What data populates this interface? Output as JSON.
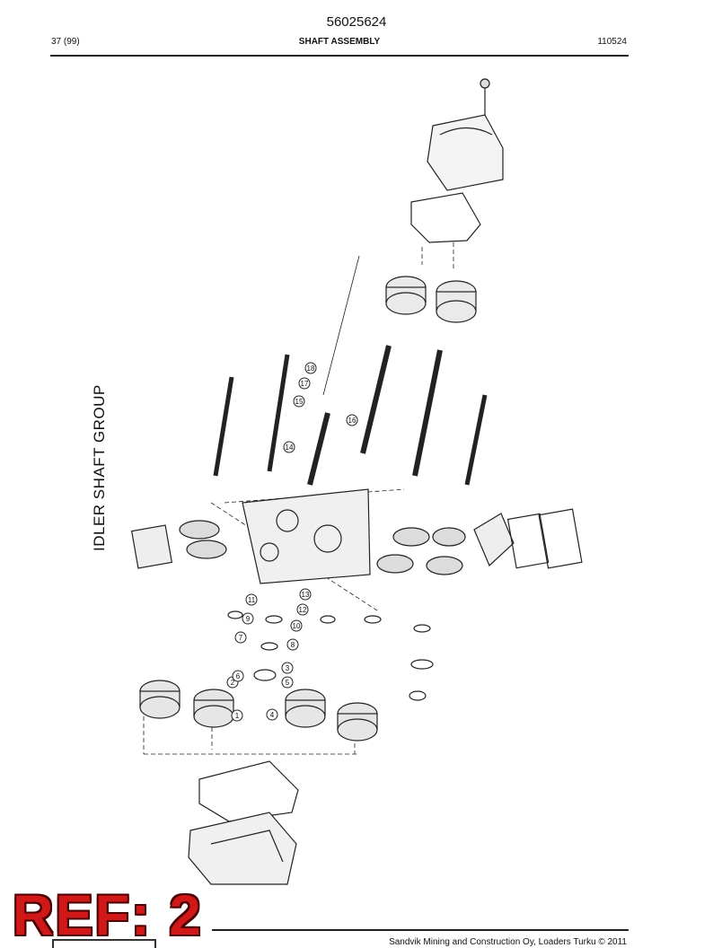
{
  "header": {
    "doc_number": "56025624",
    "page": "37 (99)",
    "title": "SHAFT ASSEMBLY",
    "code": "110524"
  },
  "drawing": {
    "group_title": "IDLER SHAFT GROUP",
    "callouts": [
      "1",
      "2",
      "3",
      "4",
      "5",
      "6",
      "7",
      "8",
      "9",
      "10",
      "11",
      "12",
      "13",
      "14",
      "15",
      "16",
      "17",
      "18"
    ]
  },
  "stamp": {
    "text": "REF: 2",
    "color": "#d01818"
  },
  "footer": {
    "text": "Sandvik Mining and Construction Oy, Loaders Turku © 2011"
  }
}
